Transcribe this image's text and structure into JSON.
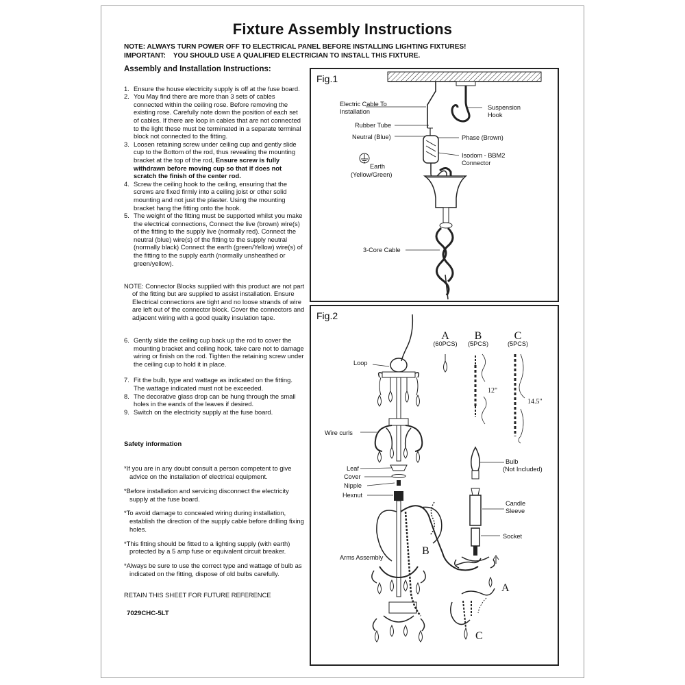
{
  "title": "Fixture Assembly Instructions",
  "note_line": "NOTE: ALWAYS TURN POWER OFF TO ELECTRICAL PANEL BEFORE INSTALLING LIGHTING FIXTURES!",
  "important_line": "IMPORTANT:    YOU SHOULD USE A QUALIFIED ELECTRICIAN TO INSTALL THIS FIXTURE.",
  "instructions": {
    "heading": "Assembly and Installation Instructions:",
    "steps": [
      {
        "num": "1.",
        "text": "Ensure the house electricity supply is off at the fuse board."
      },
      {
        "num": "2.",
        "text": "You May find there are more than 3 sets of cables connected within the ceiling rose. Before removing the existing rose. Carefully note down the position of each set of cables. If there are loop in cables that are not connected to the light these must be terminated in a separate terminal block not connected to the fitting."
      },
      {
        "num": "3.",
        "text": "Loosen retaining screw under ceiling cup and gently slide cup to the Bottom of the rod, thus revealing the mounting bracket at the top of the rod,",
        "bold": "Ensure screw is fully withdrawn before moving cup so that if does not scratch the finish of the center rod."
      },
      {
        "num": "4.",
        "text": "Screw the ceiling hook to the ceiling, ensuring that the screws are fixed firmly into a ceiling joist or other solid mounting and not just the plaster. Using the mounting bracket hang the fitting onto the hook."
      },
      {
        "num": "5.",
        "text": "The weight of the fitting must be supported whilst you make the electrical connections, Connect the live (brown) wire(s) of the fitting to the supply live (normally red). Connect the neutral (blue) wire(s) of the fitting to the supply neutral (normally black) Connect the earth (green/Yellow) wire(s) of the fitting to the supply earth (normally unsheathed or green/yellow)."
      }
    ],
    "note": "NOTE: Connector Blocks supplied with this product are not part of the fitting but are supplied to assist installation. Ensure Electrical connections are tight and no loose strands of wire are left out of the connector block. Cover the connectors and adjacent wiring with a good quality insulation tape.",
    "step6": {
      "num": "6.",
      "text": "Gently slide the ceiling cup back up the rod to cover the mounting bracket and ceiling hook, take care not to damage wiring or finish on the rod. Tighten the retaining screw under the ceiling cup to hold it in place."
    },
    "steps_b": [
      {
        "num": "7.",
        "text": "Fit the bulb, type and wattage as indicated on the fitting. The wattage indicated must not be exceeded."
      },
      {
        "num": "8.",
        "text": "The decorative glass drop can be hung through the small holes in the eands of the leaves if desired."
      },
      {
        "num": "9.",
        "text": "Switch on the electricity supply at the fuse board."
      }
    ],
    "safety_heading": "Safety information",
    "safety": [
      "*If you are in any doubt consult a person competent to give advice on the installation of electrical equipment.",
      "*Before installation and servicing disconnect the electricity supply at the fuse board.",
      "*To avoid damage to concealed wiring during installation, establish the direction of the supply cable before drilling fixing holes.",
      "*This fitting should be fitted to a lighting supply (with earth) protected by a 5 amp fuse or equivalent circuit breaker.",
      "*Always be sure to use the correct type and wattage of bulb as indicated on the fitting, dispose of old bulbs carefully."
    ],
    "retain": "RETAIN THIS SHEET FOR FUTURE REFERENCE",
    "model_code": "7029CHC-5LT"
  },
  "fig1": {
    "label": "Fig.1",
    "electric_cable_1": "Electric Cable To",
    "electric_cable_2": "Installation",
    "suspension_1": "Suspension",
    "suspension_2": "Hook",
    "rubber_tube": "Rubber Tube",
    "neutral": "Neutral (Blue)",
    "phase": "Phase (Brown)",
    "isodom_1": "Isodom - BBM2",
    "isodom_2": "Connector",
    "earth_1": "Earth",
    "earth_2": "(Yellow/Green)",
    "three_core": "3-Core Cable"
  },
  "fig2": {
    "label": "Fig.2",
    "part_a": "A",
    "part_a_qty": "(60PCS)",
    "part_b": "B",
    "part_b_qty": "(5PCS)",
    "part_c": "C",
    "part_c_qty": "(5PCS)",
    "len_b": "12\"",
    "len_c": "14.5\"",
    "loop": "Loop",
    "wire_curls": "Wire curls",
    "leaf": "Leaf",
    "cover": "Cover",
    "nipple": "Nipple",
    "hexnut": "Hexnut",
    "arms": "Arms Assembly",
    "bulb_1": "Bulb",
    "bulb_2": "(Not Included)",
    "candle_1": "Candle",
    "candle_2": "Sleeve",
    "socket": "Socket",
    "callout_b": "B",
    "callout_a": "A",
    "callout_c": "C"
  }
}
